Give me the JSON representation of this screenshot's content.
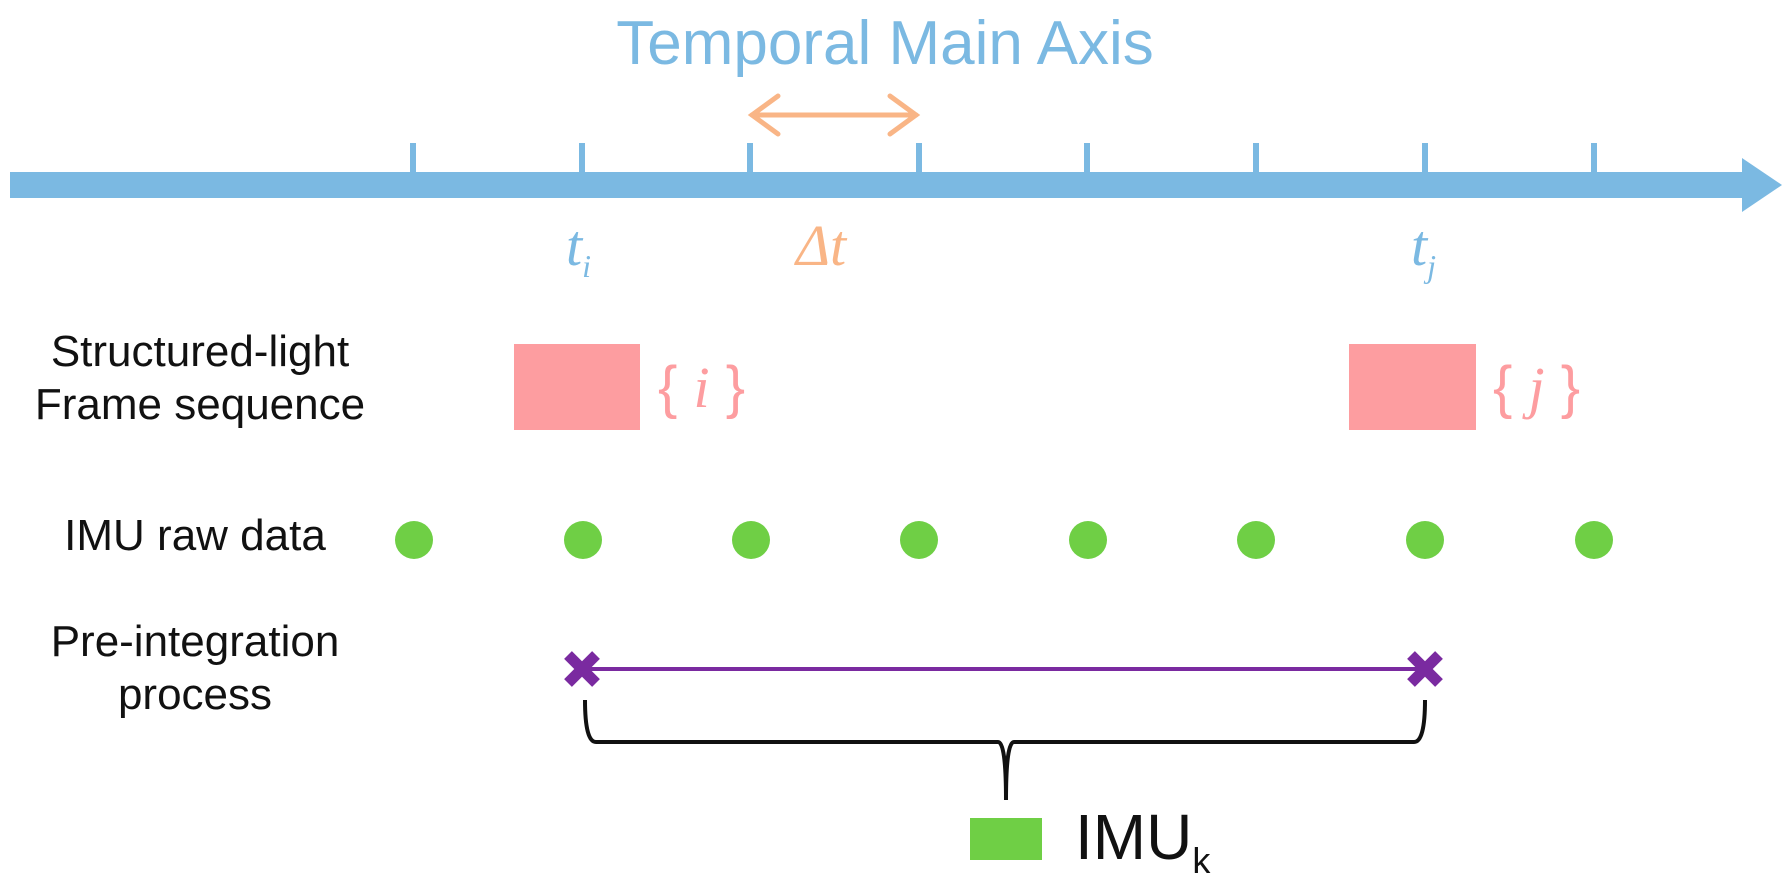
{
  "title": "Temporal Main Axis",
  "colors": {
    "axis": "#7bb9e2",
    "delta": "#f9b586",
    "frame": "#fd9da0",
    "frame_text": "#fd9da0",
    "imu": "#6fcf45",
    "preint": "#7a2aa0",
    "text": "#111111"
  },
  "axis_labels": {
    "ti_main": "t",
    "ti_sub": "i",
    "tj_main": "t",
    "tj_sub": "j",
    "delta": "Δt"
  },
  "rows": {
    "frames_line1": "Structured-light",
    "frames_line2": "Frame sequence",
    "imu": "IMU raw data",
    "preint_line1": "Pre-integration",
    "preint_line2": "process"
  },
  "frames": [
    {
      "open": "{",
      "index": "i",
      "close": "}"
    },
    {
      "open": "{",
      "index": "j",
      "close": "}"
    }
  ],
  "imu_samples": 8,
  "legend": {
    "main": "IMU",
    "sub": "k"
  }
}
